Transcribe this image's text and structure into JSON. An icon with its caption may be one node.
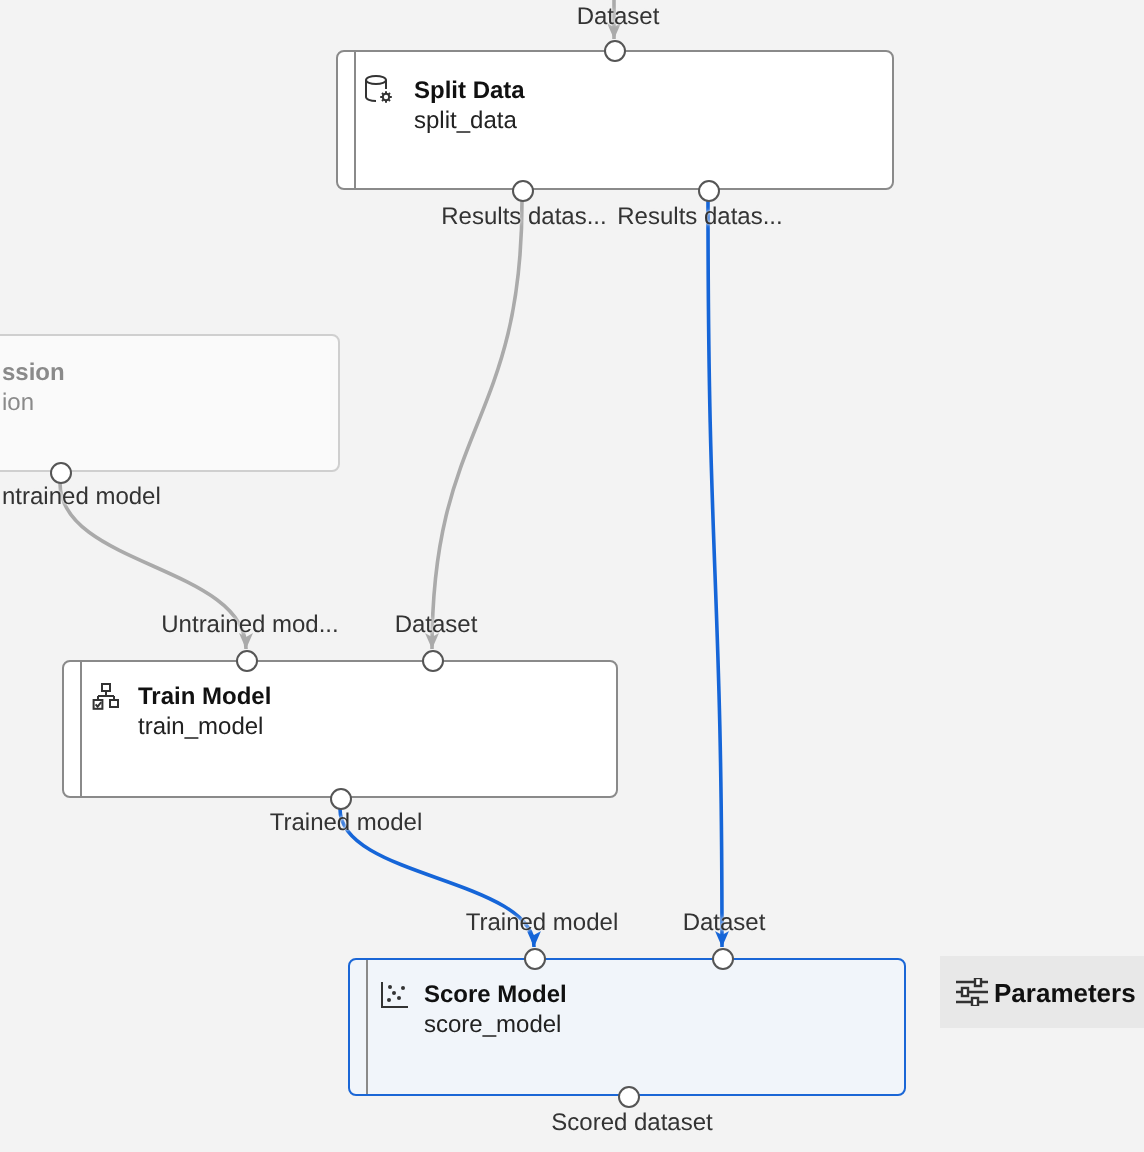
{
  "diagram": {
    "nodes": [
      {
        "text": [],
        "shape": "circle",
        "beside": [
          "Dataset"
        ]
      },
      {
        "text": [
          "Split Data",
          "split_data"
        ]
      },
      {
        "text": [],
        "shape": "circle",
        "beside": [
          "Results datas..."
        ]
      },
      {
        "text": [],
        "shape": "circle",
        "beside": [
          "Results datas..."
        ]
      },
      {
        "text": [
          "ssion",
          "ion"
        ]
      },
      {
        "text": [],
        "shape": "circle",
        "beside": [
          "ntrained model"
        ]
      },
      {
        "text": [],
        "shape": "circle",
        "beside": [
          "Untrained mod..."
        ]
      },
      {
        "text": [],
        "shape": "circle",
        "beside": [
          "Dataset"
        ]
      },
      {
        "text": [
          "Train Model",
          "train_model"
        ]
      },
      {
        "text": [],
        "shape": "circle",
        "beside": [
          "Trained model"
        ]
      },
      {
        "text": [],
        "shape": "circle",
        "beside": [
          "Trained model"
        ]
      },
      {
        "text": [],
        "shape": "circle",
        "beside": [
          "Dataset"
        ]
      },
      {
        "text": [
          "Score Model",
          "score_model"
        ]
      },
      {
        "text": [],
        "shape": "circle",
        "beside": [
          "Scored dataset"
        ]
      }
    ],
    "edges": [
      {
        "from": null,
        "to": 0,
        "arrow": "to"
      },
      {
        "from": 2,
        "to": 7,
        "arrow": "to"
      },
      {
        "from": 3,
        "to": 11,
        "arrow": "to",
        "color": "#1565d8"
      },
      {
        "from": 5,
        "to": 6,
        "arrow": "to"
      },
      {
        "from": 9,
        "to": 10,
        "arrow": "to",
        "color": "#1565d8"
      }
    ],
    "labels": [
      "Parameters"
    ]
  }
}
